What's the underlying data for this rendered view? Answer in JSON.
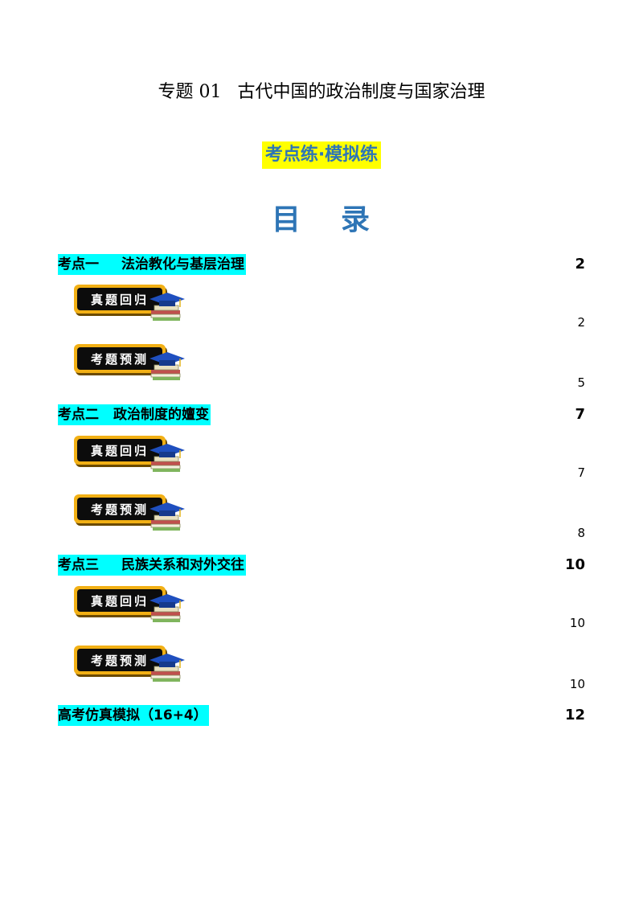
{
  "document": {
    "title_number": "专题 01",
    "title_text": "古代中国的政治制度与国家治理",
    "subtitle": "考点练·模拟练",
    "toc_heading_left": "目",
    "toc_heading_right": "录"
  },
  "colors": {
    "section_highlight": "#00ffff",
    "subtitle_highlight": "#ffff00",
    "accent_blue": "#2e75b6",
    "badge_gold": "#f2b015",
    "badge_black": "#0c0c0c"
  },
  "sections": [
    {
      "label_prefix": "考点一",
      "label_text": "法治教化与基层治理",
      "page": "2",
      "items": [
        {
          "badge": "真题回归",
          "page": "2"
        },
        {
          "badge": "考题预测",
          "page": "5"
        }
      ]
    },
    {
      "label_prefix": "考点二",
      "label_text": "政治制度的嬗变",
      "page": "7",
      "items": [
        {
          "badge": "真题回归",
          "page": "7"
        },
        {
          "badge": "考题预测",
          "page": "8"
        }
      ]
    },
    {
      "label_prefix": "考点三",
      "label_text": "民族关系和对外交往",
      "page": "10",
      "items": [
        {
          "badge": "真题回归",
          "page": "10"
        },
        {
          "badge": "考题预测",
          "page": "10"
        }
      ]
    }
  ],
  "final_section": {
    "label": "高考仿真模拟（16+4）",
    "page": "12"
  },
  "icons": {
    "badge_decoration": "graduation-cap-books-icon"
  }
}
